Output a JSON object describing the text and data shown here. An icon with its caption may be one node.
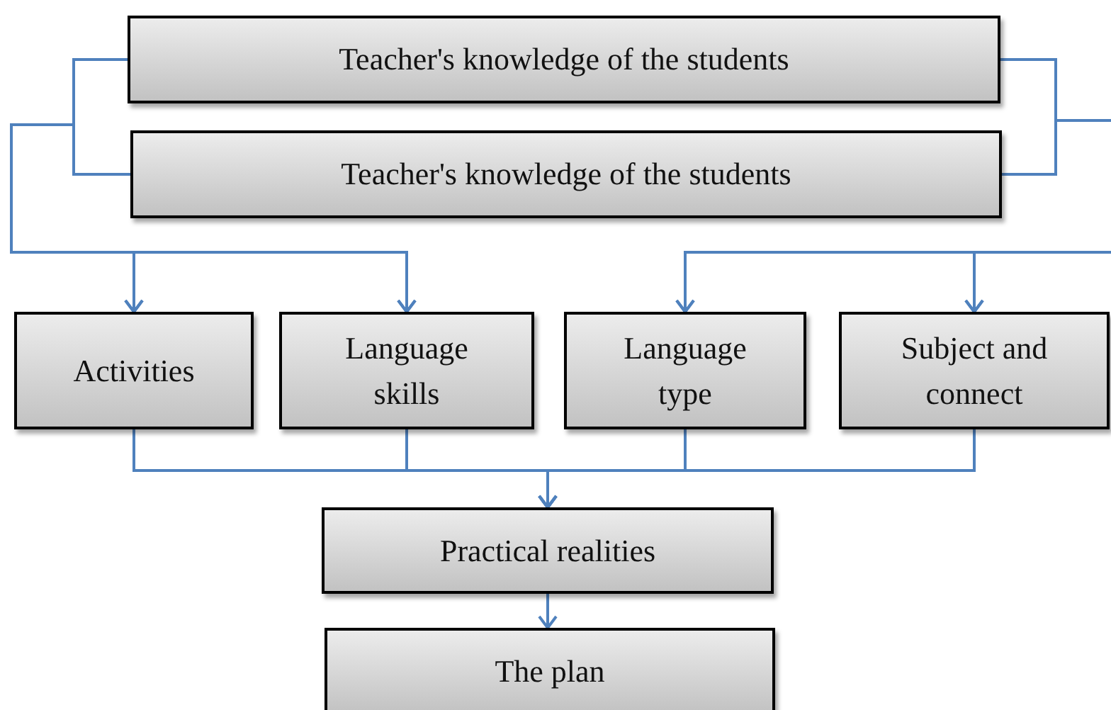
{
  "diagram": {
    "nodes": [
      {
        "text": [
          "Teacher's knowledge of the students"
        ]
      },
      {
        "text": [
          "Teacher's knowledge of the students"
        ]
      },
      {
        "text": [
          "Activities"
        ]
      },
      {
        "text": [
          "Language skills"
        ]
      },
      {
        "text": [
          "Language type"
        ]
      },
      {
        "text": [
          "Subject and connect"
        ]
      },
      {
        "text": [
          "Practical realities"
        ]
      },
      {
        "text": [
          "The plan"
        ]
      }
    ],
    "edges": [
      {
        "from": 0,
        "to": 2,
        "arrow": "to"
      },
      {
        "from": 1,
        "to": 2,
        "arrow": "to"
      },
      {
        "from": 0,
        "to": 3,
        "arrow": "to"
      },
      {
        "from": 1,
        "to": 3,
        "arrow": "to"
      },
      {
        "from": 0,
        "to": 4,
        "arrow": "to"
      },
      {
        "from": 1,
        "to": 4,
        "arrow": "to"
      },
      {
        "from": 0,
        "to": 5,
        "arrow": "to"
      },
      {
        "from": 1,
        "to": 5,
        "arrow": "to"
      },
      {
        "from": 2,
        "to": 6,
        "arrow": "to"
      },
      {
        "from": 3,
        "to": 6,
        "arrow": "to"
      },
      {
        "from": 4,
        "to": 6,
        "arrow": "to"
      },
      {
        "from": 5,
        "to": 6,
        "arrow": "to"
      },
      {
        "from": 6,
        "to": 7,
        "arrow": "to"
      }
    ]
  }
}
